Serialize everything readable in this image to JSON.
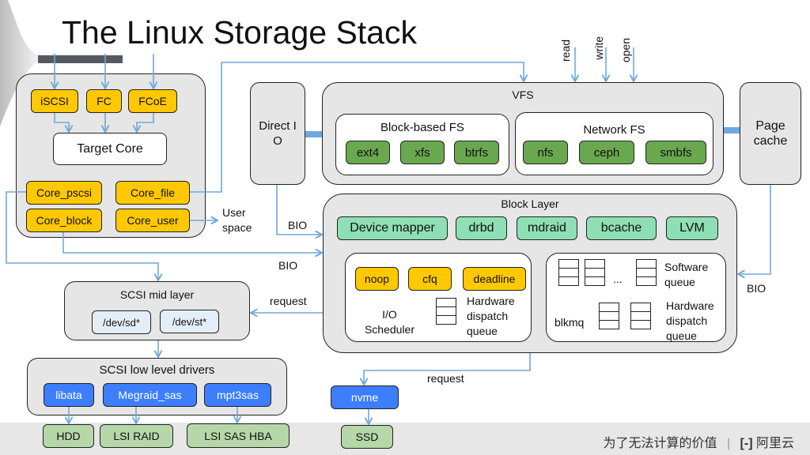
{
  "title": "The Linux Storage Stack",
  "syscalls": [
    "read",
    "write",
    "open"
  ],
  "target": {
    "frontends": [
      "iSCSI",
      "FC",
      "FCoE"
    ],
    "core": "Target Core",
    "backends": [
      "Core_pscsi",
      "Core_file",
      "Core_block",
      "Core_user"
    ],
    "user_space": "User space"
  },
  "direct_io": "Direct IO",
  "vfs": {
    "title": "VFS",
    "block_fs": {
      "title": "Block-based FS",
      "items": [
        "ext4",
        "xfs",
        "btrfs"
      ]
    },
    "network_fs": {
      "title": "Network FS",
      "items": [
        "nfs",
        "ceph",
        "smbfs"
      ]
    }
  },
  "page_cache": "Page cache",
  "block_layer": {
    "title": "Block Layer",
    "drivers": [
      "Device mapper",
      "drbd",
      "mdraid",
      "bcache",
      "LVM"
    ],
    "io_scheduler": {
      "schedulers": [
        "noop",
        "cfq",
        "deadline"
      ],
      "label": "I/O Scheduler",
      "queue_label": "Hardware dispatch queue"
    },
    "blkmq": {
      "label": "blkmq",
      "software_queue": "Software queue",
      "hardware_queue": "Hardware dispatch queue",
      "ellipsis": "..."
    }
  },
  "edge_labels": {
    "bio_direct": "BIO",
    "bio_target": "BIO",
    "bio_cache": "BIO",
    "request_scsi": "request",
    "request_nvme": "request"
  },
  "scsi_mid": {
    "title": "SCSI mid layer",
    "devices": [
      "/dev/sd*",
      "/dev/st*"
    ]
  },
  "scsi_low": {
    "title": "SCSI low level drivers",
    "drivers": [
      "libata",
      "Megraid_sas",
      "mpt3sas"
    ]
  },
  "nvme": "nvme",
  "hardware": [
    "HDD",
    "LSI RAID",
    "LSI SAS HBA",
    "SSD"
  ],
  "footer": {
    "slogan": "为了无法计算的价值",
    "brand": "阿里云"
  },
  "colors": {
    "arrow": "#6fa8dc",
    "yellow": "#ffc800",
    "green": "#6aa84f",
    "mint": "#8fdfb5",
    "blue": "#3d7eff",
    "hardware": "#b6d7a8"
  }
}
